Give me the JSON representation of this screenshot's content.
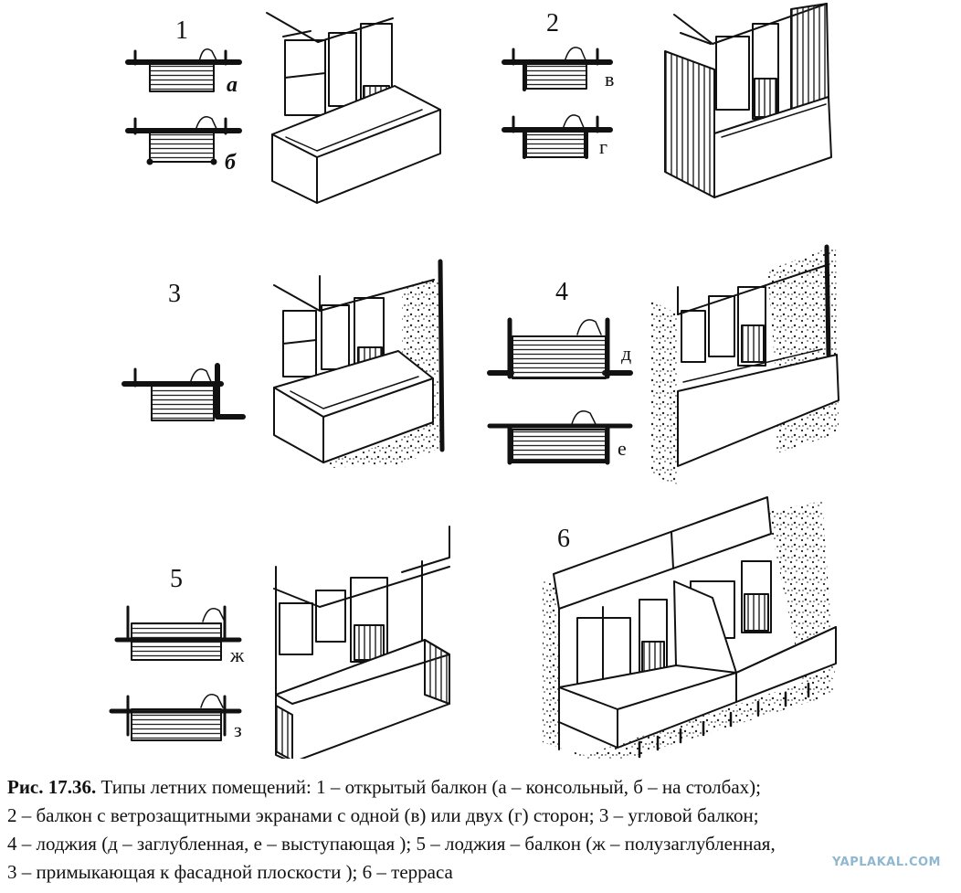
{
  "figure": {
    "numbers": [
      "1",
      "2",
      "3",
      "4",
      "5",
      "6"
    ],
    "plan_labels": [
      "а",
      "б",
      "в",
      "г",
      "д",
      "е",
      "ж",
      "з"
    ]
  },
  "caption": {
    "prefix": "Рис. 17.36.",
    "line1": " Типы летних помещений: 1 – открытый балкон (а –  консольный, б –  на столбах);",
    "line2": "2 –  балкон с ветрозащитными экранами с одной (в) или двух (г) сторон; 3 –  угловой балкон;",
    "line3": "4 –  лоджия (д – заглубленная, е –  выступающая ); 5 – лоджия – балкон (ж –  полузаглубленная,",
    "line4": "3 –  примыкающая к фасадной плоскости );  6 – терраса"
  },
  "watermark": "YAPLAKAL.COM"
}
